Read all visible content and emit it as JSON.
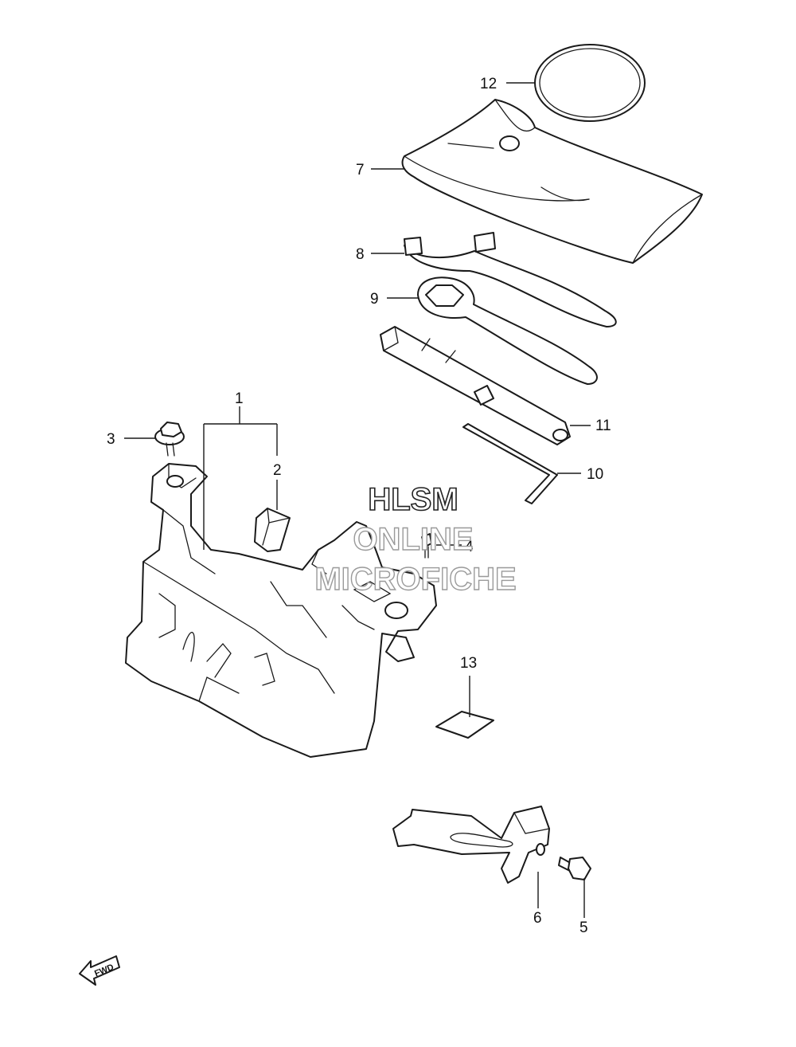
{
  "callouts": {
    "c1": "1",
    "c2": "2",
    "c3": "3",
    "c4": "4",
    "c5": "5",
    "c6": "6",
    "c7": "7",
    "c8": "8",
    "c9": "9",
    "c10": "10",
    "c11": "11",
    "c12": "12",
    "c13": "13"
  },
  "watermark": {
    "line1": "HLSM",
    "line2": "ONLINE",
    "line3": "MICROFICHE"
  },
  "fwd_arrow": {
    "label": "FWD"
  },
  "colors": {
    "ink": "#1a1a1a",
    "background": "#ffffff",
    "watermark_faint": "#9a9a9a"
  }
}
